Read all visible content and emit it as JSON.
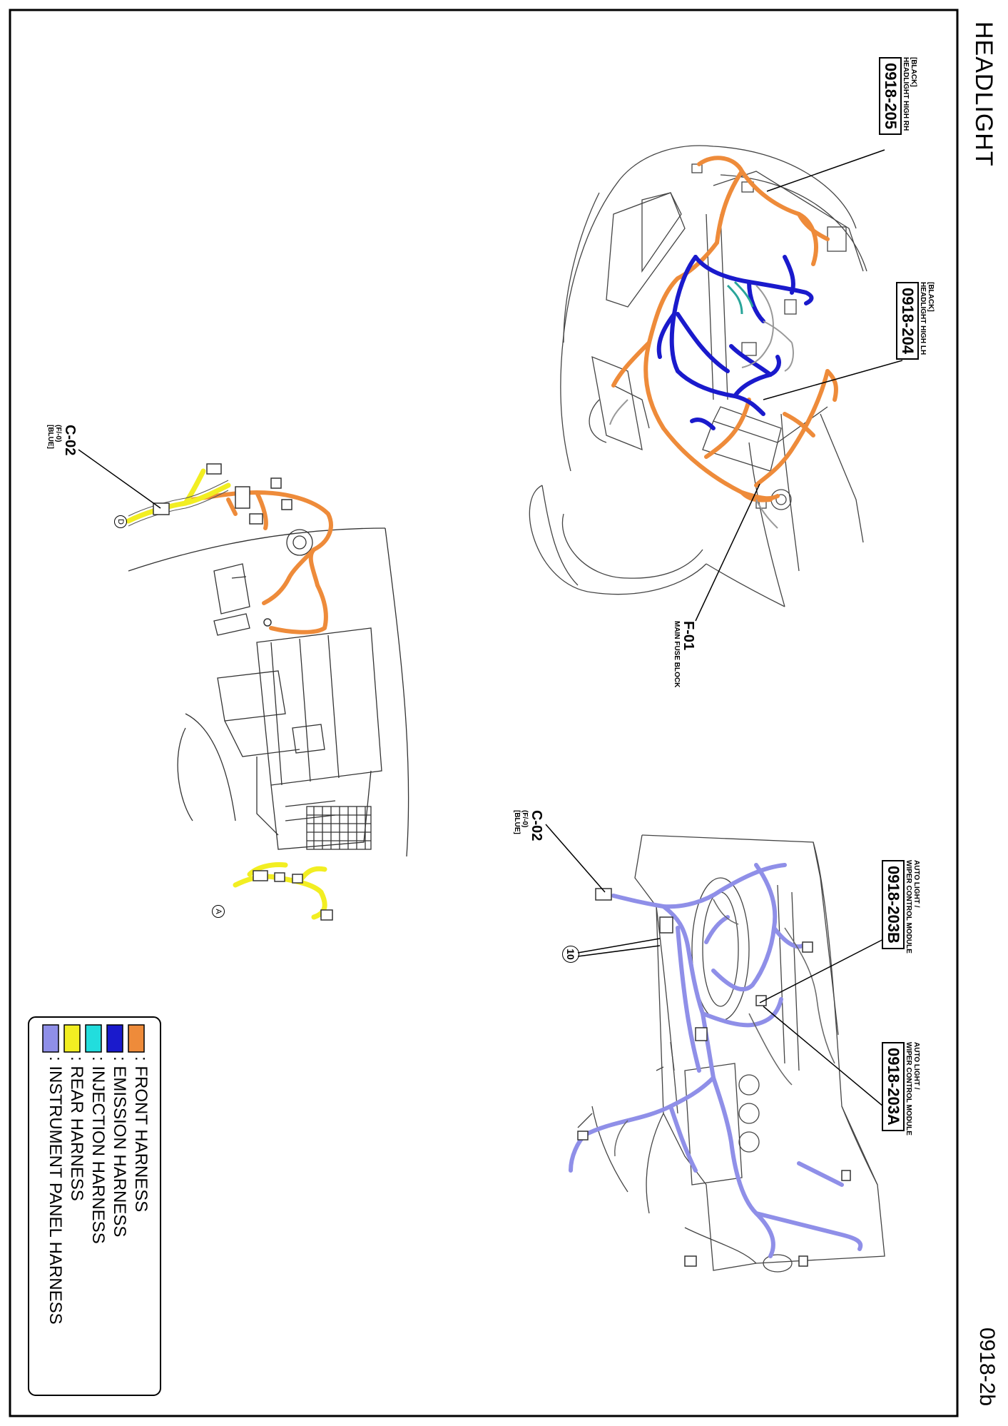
{
  "header": {
    "title": "HEADLIGHT",
    "page_code": "0918-2b"
  },
  "callouts": {
    "hh_rh": {
      "color_note": "[BLACK]",
      "desc": "HEADLIGHT HIGH RH",
      "code": "0918-205"
    },
    "hh_lh": {
      "color_note": "[BLACK]",
      "desc": "HEADLIGHT HIGH LH",
      "code": "0918-204"
    },
    "fuse": {
      "code": "F-01",
      "desc": "MAIN FUSE BLOCK"
    },
    "c02_top": {
      "code": "C-02",
      "sub": "(F/-0)",
      "color_note": "[BLUE]"
    },
    "c02_bottom": {
      "code": "C-02",
      "sub": "(F/-0)",
      "color_note": "[BLUE]"
    },
    "wiper_b": {
      "line1": "AUTO LIGHT /",
      "line2": "WIPER CONTROL MODULE",
      "code": "0918-203B"
    },
    "wiper_a": {
      "line1": "AUTO LIGHT /",
      "line2": "WIPER CONTROL MODULE",
      "code": "0918-203A"
    },
    "ground": {
      "label": "10"
    },
    "marker_d": {
      "label": "D"
    },
    "marker_a": {
      "label": "A"
    }
  },
  "legend": {
    "items": [
      {
        "label": ": FRONT HARNESS",
        "color": "#ee8b3a"
      },
      {
        "label": ": EMISSION HARNESS",
        "color": "#1a1acc"
      },
      {
        "label": ": INJECTION HARNESS",
        "color": "#22dddd"
      },
      {
        "label": ": REAR HARNESS",
        "color": "#f2ee22"
      },
      {
        "label": ": INSTRUMENT PANEL HARNESS",
        "color": "#8f8fe8"
      }
    ]
  }
}
